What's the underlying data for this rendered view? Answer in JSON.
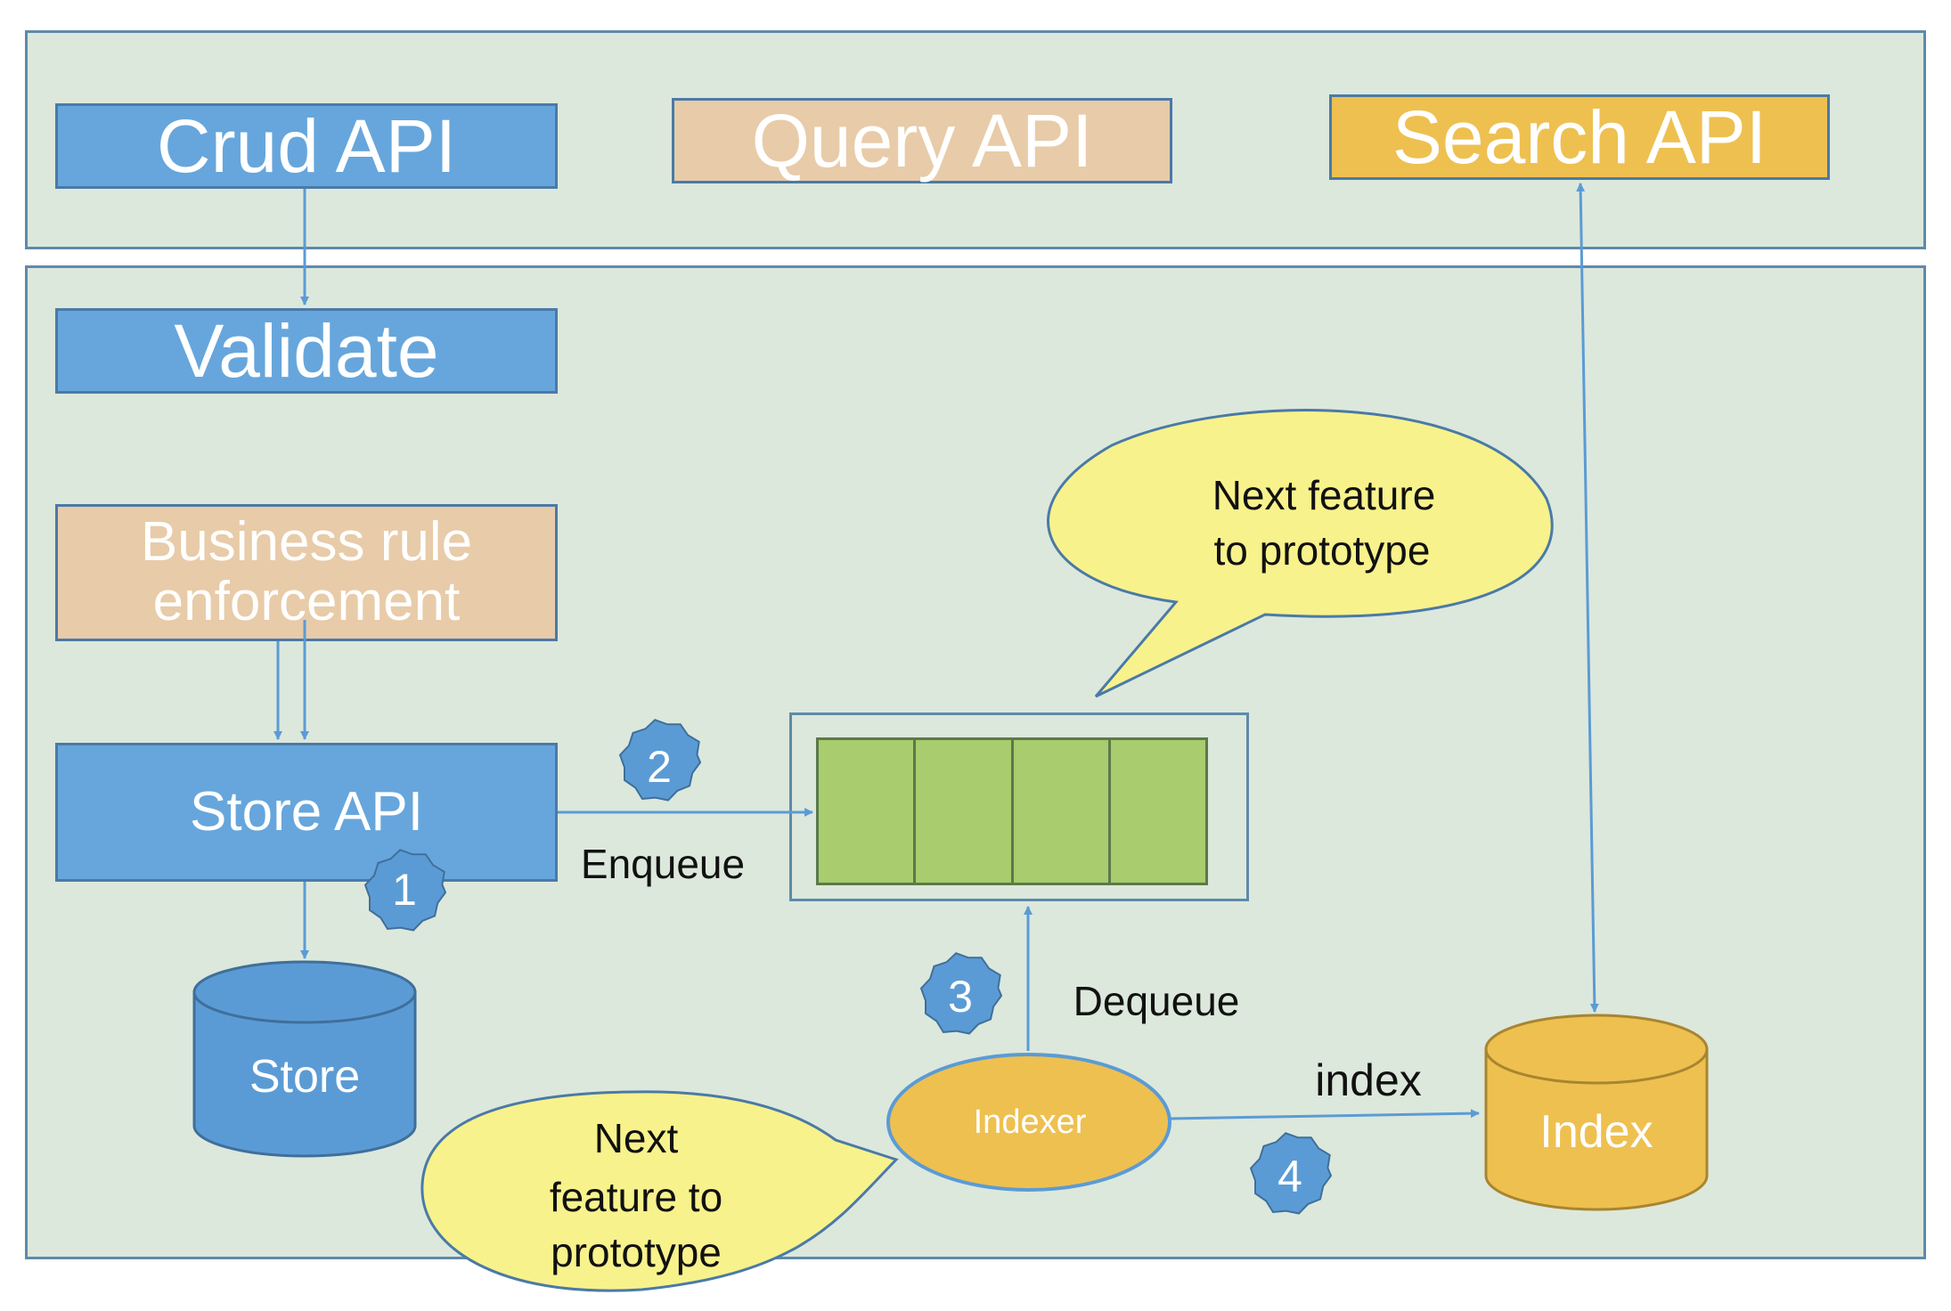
{
  "apis": {
    "crud": "Crud API",
    "query": "Query API",
    "search": "Search API"
  },
  "steps": {
    "validate": "Validate",
    "business_rule_line1": "Business rule",
    "business_rule_line2": "enforcement",
    "store_api": "Store API"
  },
  "components": {
    "store": "Store",
    "indexer": "Indexer",
    "index": "Index"
  },
  "labels": {
    "enqueue": "Enqueue",
    "dequeue": "Dequeue",
    "index": "index"
  },
  "badges": [
    "1",
    "2",
    "3",
    "4"
  ],
  "callout_top": [
    "Next feature",
    "to prototype"
  ],
  "callout_bottom": [
    "Next",
    "feature to",
    "prototype"
  ],
  "colors": {
    "panel": "#dce8dc",
    "blue": "#66a6dc",
    "tan": "#e8cba8",
    "gold": "#eec050",
    "queue_cell": "#a8cc6e",
    "callout": "#f8f28c",
    "badge": "#5b9bd5"
  }
}
